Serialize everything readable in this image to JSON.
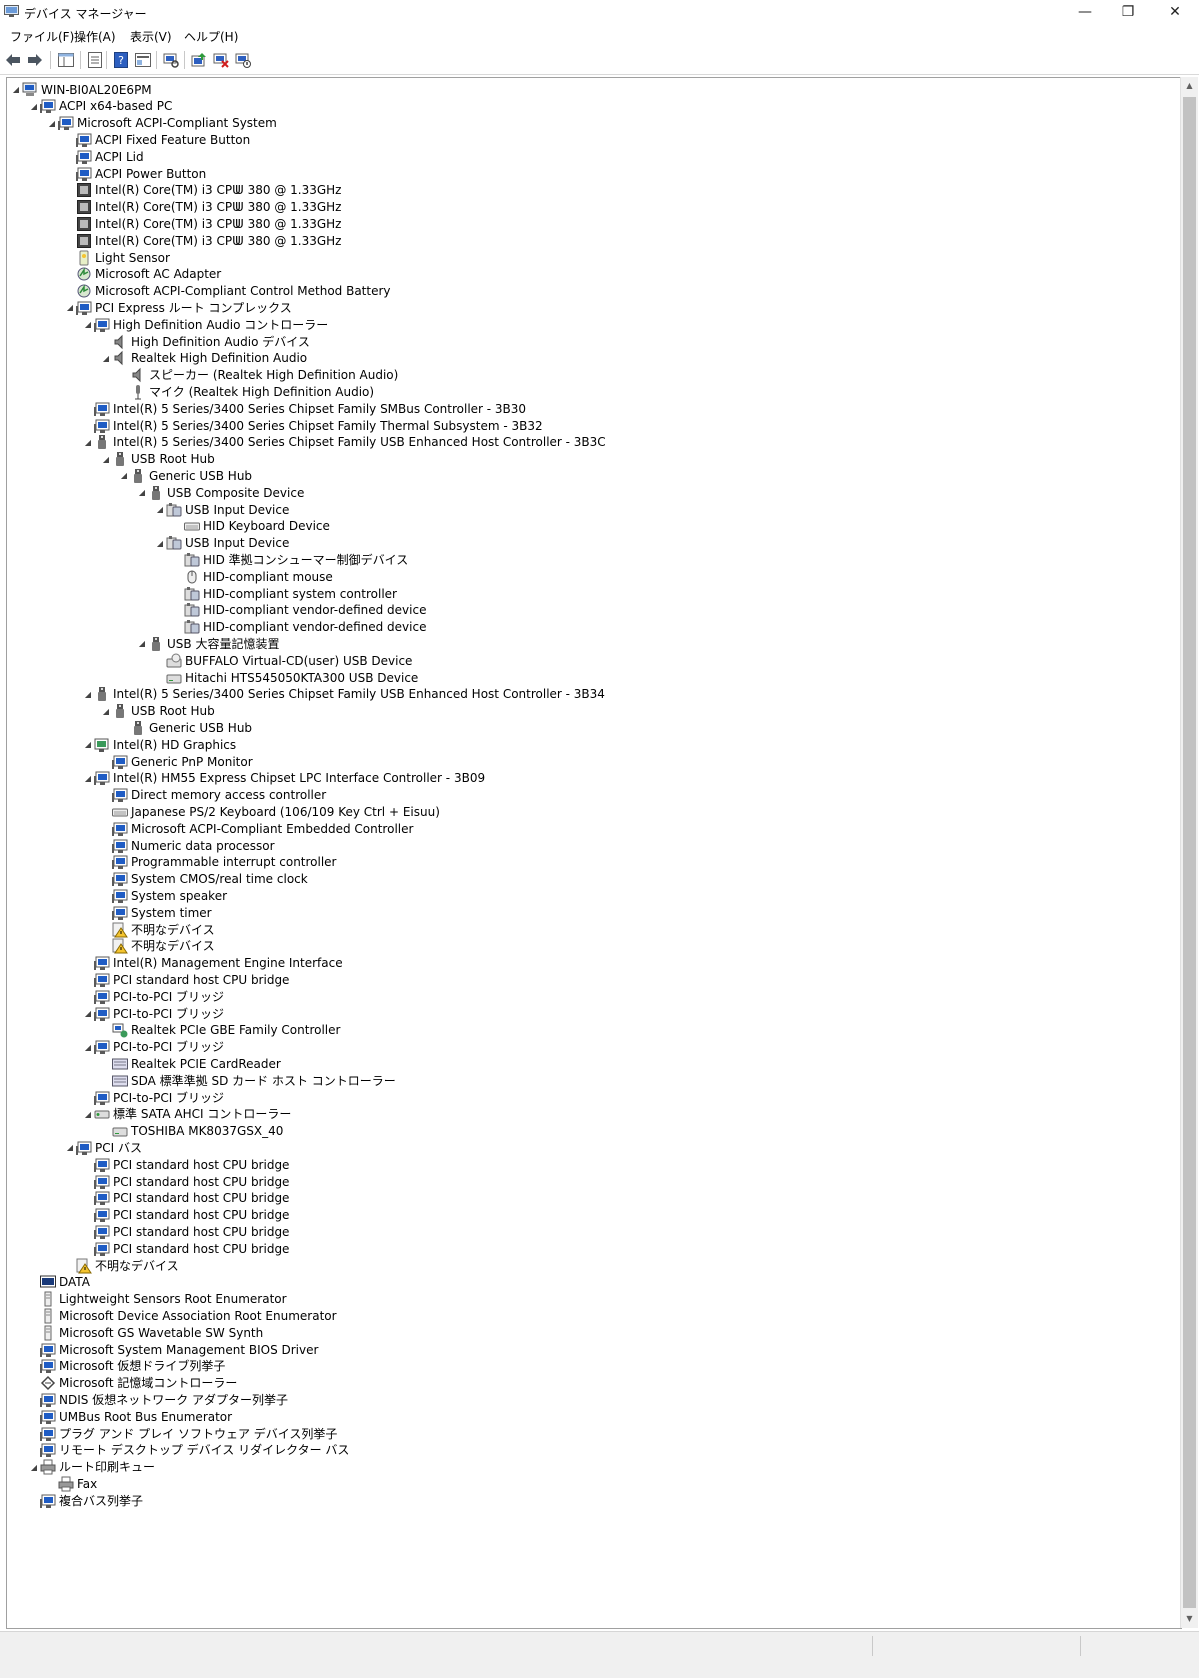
{
  "window": {
    "title": "デバイス マネージャー",
    "minimize_glyph": "—",
    "maximize_glyph": "❐",
    "close_glyph": "✕"
  },
  "menu": [
    {
      "label": "ファイル(F)"
    },
    {
      "label": "操作(A)"
    },
    {
      "label": "表示(V)"
    },
    {
      "label": "ヘルプ(H)"
    }
  ],
  "toolbar": [
    "back-icon",
    "forward-icon",
    "console-tree-icon",
    "properties-icon",
    "help-icon",
    "view-icon",
    "scan-hardware-icon",
    "update-driver-icon",
    "uninstall-icon",
    "disable-icon"
  ],
  "colors": {
    "monitor_blue": "#1f5cc4",
    "warn_yellow": "#f4c430",
    "thumb": "#c2c2c2"
  },
  "tree": [
    {
      "label": "WIN-BI0AL20E6PM",
      "depth": 0,
      "icon": "computer",
      "expanded": true
    },
    {
      "label": "ACPI x64-based PC",
      "depth": 1,
      "icon": "monitor",
      "expanded": true
    },
    {
      "label": "Microsoft ACPI-Compliant System",
      "depth": 2,
      "icon": "monitor",
      "expanded": true
    },
    {
      "label": "ACPI Fixed Feature Button",
      "depth": 3,
      "icon": "monitor"
    },
    {
      "label": "ACPI Lid",
      "depth": 3,
      "icon": "monitor"
    },
    {
      "label": "ACPI Power Button",
      "depth": 3,
      "icon": "monitor"
    },
    {
      "label": "Intel(R) Core(TM) i3 CPU",
      "label2": "U 380  @ 1.33GHz",
      "depth": 3,
      "icon": "cpu"
    },
    {
      "label": "Intel(R) Core(TM) i3 CPU",
      "label2": "U 380  @ 1.33GHz",
      "depth": 3,
      "icon": "cpu"
    },
    {
      "label": "Intel(R) Core(TM) i3 CPU",
      "label2": "U 380  @ 1.33GHz",
      "depth": 3,
      "icon": "cpu"
    },
    {
      "label": "Intel(R) Core(TM) i3 CPU",
      "label2": "U 380  @ 1.33GHz",
      "depth": 3,
      "icon": "cpu"
    },
    {
      "label": "Light Sensor",
      "depth": 3,
      "icon": "sensor"
    },
    {
      "label": "Microsoft AC Adapter",
      "depth": 3,
      "icon": "battery"
    },
    {
      "label": "Microsoft ACPI-Compliant Control Method Battery",
      "depth": 3,
      "icon": "battery"
    },
    {
      "label": "PCI Express ルート コンプレックス",
      "depth": 3,
      "icon": "monitor",
      "expanded": true
    },
    {
      "label": "High Definition Audio コントローラー",
      "depth": 4,
      "icon": "monitor",
      "expanded": true
    },
    {
      "label": "High Definition Audio デバイス",
      "depth": 5,
      "icon": "speaker"
    },
    {
      "label": "Realtek High Definition Audio",
      "depth": 5,
      "icon": "speaker",
      "expanded": true
    },
    {
      "label": "スピーカー (Realtek High Definition Audio)",
      "depth": 6,
      "icon": "speaker"
    },
    {
      "label": "マイク (Realtek High Definition Audio)",
      "depth": 6,
      "icon": "mic"
    },
    {
      "label": "Intel(R) 5 Series/3400 Series Chipset Family SMBus Controller - 3B30",
      "depth": 4,
      "icon": "monitor"
    },
    {
      "label": "Intel(R) 5 Series/3400 Series Chipset Family Thermal Subsystem - 3B32",
      "depth": 4,
      "icon": "monitor"
    },
    {
      "label": "Intel(R) 5 Series/3400 Series Chipset Family USB Enhanced Host Controller - 3B3C",
      "depth": 4,
      "icon": "usb",
      "expanded": true
    },
    {
      "label": "USB Root Hub",
      "depth": 5,
      "icon": "usb",
      "expanded": true
    },
    {
      "label": "Generic USB Hub",
      "depth": 6,
      "icon": "usb",
      "expanded": true
    },
    {
      "label": "USB Composite Device",
      "depth": 7,
      "icon": "usb",
      "expanded": true
    },
    {
      "label": "USB Input Device",
      "depth": 8,
      "icon": "hid",
      "expanded": true
    },
    {
      "label": "HID Keyboard Device",
      "depth": 9,
      "icon": "keyboard"
    },
    {
      "label": "USB Input Device",
      "depth": 8,
      "icon": "hid",
      "expanded": true
    },
    {
      "label": "HID 準拠コンシューマー制御デバイス",
      "depth": 9,
      "icon": "hid"
    },
    {
      "label": "HID-compliant mouse",
      "depth": 9,
      "icon": "mouse"
    },
    {
      "label": "HID-compliant system controller",
      "depth": 9,
      "icon": "hid"
    },
    {
      "label": "HID-compliant vendor-defined device",
      "depth": 9,
      "icon": "hid"
    },
    {
      "label": "HID-compliant vendor-defined device",
      "depth": 9,
      "icon": "hid"
    },
    {
      "label": "USB 大容量記憶装置",
      "depth": 7,
      "icon": "usb",
      "expanded": true
    },
    {
      "label": "BUFFALO Virtual-CD(user) USB Device",
      "depth": 8,
      "icon": "cdrom"
    },
    {
      "label": "Hitachi HTS545050KTA300 USB Device",
      "depth": 8,
      "icon": "disk"
    },
    {
      "label": "Intel(R) 5 Series/3400 Series Chipset Family USB Enhanced Host Controller - 3B34",
      "depth": 4,
      "icon": "usb",
      "expanded": true
    },
    {
      "label": "USB Root Hub",
      "depth": 5,
      "icon": "usb",
      "expanded": true
    },
    {
      "label": "Generic USB Hub",
      "depth": 6,
      "icon": "usb"
    },
    {
      "label": "Intel(R) HD Graphics",
      "depth": 4,
      "icon": "display",
      "expanded": true
    },
    {
      "label": "Generic PnP Monitor",
      "depth": 5,
      "icon": "monitor"
    },
    {
      "label": "Intel(R) HM55 Express Chipset LPC Interface Controller - 3B09",
      "depth": 4,
      "icon": "monitor",
      "expanded": true
    },
    {
      "label": "Direct memory access controller",
      "depth": 5,
      "icon": "monitor"
    },
    {
      "label": "Japanese PS/2 Keyboard (106/109 Key Ctrl + Eisuu)",
      "depth": 5,
      "icon": "keyboard"
    },
    {
      "label": "Microsoft ACPI-Compliant Embedded Controller",
      "depth": 5,
      "icon": "monitor"
    },
    {
      "label": "Numeric data processor",
      "depth": 5,
      "icon": "monitor"
    },
    {
      "label": "Programmable interrupt controller",
      "depth": 5,
      "icon": "monitor"
    },
    {
      "label": "System CMOS/real time clock",
      "depth": 5,
      "icon": "monitor"
    },
    {
      "label": "System speaker",
      "depth": 5,
      "icon": "monitor"
    },
    {
      "label": "System timer",
      "depth": 5,
      "icon": "monitor"
    },
    {
      "label": "不明なデバイス",
      "depth": 5,
      "icon": "warn"
    },
    {
      "label": "不明なデバイス",
      "depth": 5,
      "icon": "warn"
    },
    {
      "label": "Intel(R) Management Engine Interface",
      "depth": 4,
      "icon": "monitor"
    },
    {
      "label": "PCI standard host CPU bridge",
      "depth": 4,
      "icon": "monitor"
    },
    {
      "label": "PCI-to-PCI ブリッジ",
      "depth": 4,
      "icon": "monitor"
    },
    {
      "label": "PCI-to-PCI ブリッジ",
      "depth": 4,
      "icon": "monitor",
      "expanded": true
    },
    {
      "label": "Realtek PCIe GBE Family Controller",
      "depth": 5,
      "icon": "network"
    },
    {
      "label": "PCI-to-PCI ブリッジ",
      "depth": 4,
      "icon": "monitor",
      "expanded": true
    },
    {
      "label": "Realtek PCIE CardReader",
      "depth": 5,
      "icon": "card"
    },
    {
      "label": "SDA 標準準拠 SD カード ホスト コントローラー",
      "depth": 5,
      "icon": "card"
    },
    {
      "label": "PCI-to-PCI ブリッジ",
      "depth": 4,
      "icon": "monitor"
    },
    {
      "label": "標準 SATA AHCI コントローラー",
      "depth": 4,
      "icon": "sata",
      "expanded": true
    },
    {
      "label": "TOSHIBA MK8037GSX_40",
      "depth": 5,
      "icon": "disk"
    },
    {
      "label": "PCI バス",
      "depth": 3,
      "icon": "monitor",
      "expanded": true
    },
    {
      "label": "PCI standard host CPU bridge",
      "depth": 4,
      "icon": "monitor"
    },
    {
      "label": "PCI standard host CPU bridge",
      "depth": 4,
      "icon": "monitor"
    },
    {
      "label": "PCI standard host CPU bridge",
      "depth": 4,
      "icon": "monitor"
    },
    {
      "label": "PCI standard host CPU bridge",
      "depth": 4,
      "icon": "monitor"
    },
    {
      "label": "PCI standard host CPU bridge",
      "depth": 4,
      "icon": "monitor"
    },
    {
      "label": "PCI standard host CPU bridge",
      "depth": 4,
      "icon": "monitor"
    },
    {
      "label": "不明なデバイス",
      "depth": 3,
      "icon": "warn"
    },
    {
      "label": "DATA",
      "depth": 1,
      "icon": "drive"
    },
    {
      "label": "Lightweight Sensors Root Enumerator",
      "depth": 1,
      "icon": "enum"
    },
    {
      "label": "Microsoft Device Association Root Enumerator",
      "depth": 1,
      "icon": "enum"
    },
    {
      "label": "Microsoft GS Wavetable SW Synth",
      "depth": 1,
      "icon": "enum"
    },
    {
      "label": "Microsoft System Management BIOS Driver",
      "depth": 1,
      "icon": "monitor"
    },
    {
      "label": "Microsoft 仮想ドライブ列挙子",
      "depth": 1,
      "icon": "monitor"
    },
    {
      "label": "Microsoft 記憶域コントローラー",
      "depth": 1,
      "icon": "storage"
    },
    {
      "label": "NDIS 仮想ネットワーク アダプター列挙子",
      "depth": 1,
      "icon": "monitor"
    },
    {
      "label": "UMBus Root Bus Enumerator",
      "depth": 1,
      "icon": "monitor"
    },
    {
      "label": "プラグ アンド プレイ ソフトウェア デバイス列挙子",
      "depth": 1,
      "icon": "monitor"
    },
    {
      "label": "リモート デスクトップ デバイス リダイレクター バス",
      "depth": 1,
      "icon": "monitor"
    },
    {
      "label": "ルート印刷キュー",
      "depth": 1,
      "icon": "printer",
      "expanded": true
    },
    {
      "label": "Fax",
      "depth": 2,
      "icon": "printer"
    },
    {
      "label": "複合バス列挙子",
      "depth": 1,
      "icon": "monitor"
    }
  ]
}
